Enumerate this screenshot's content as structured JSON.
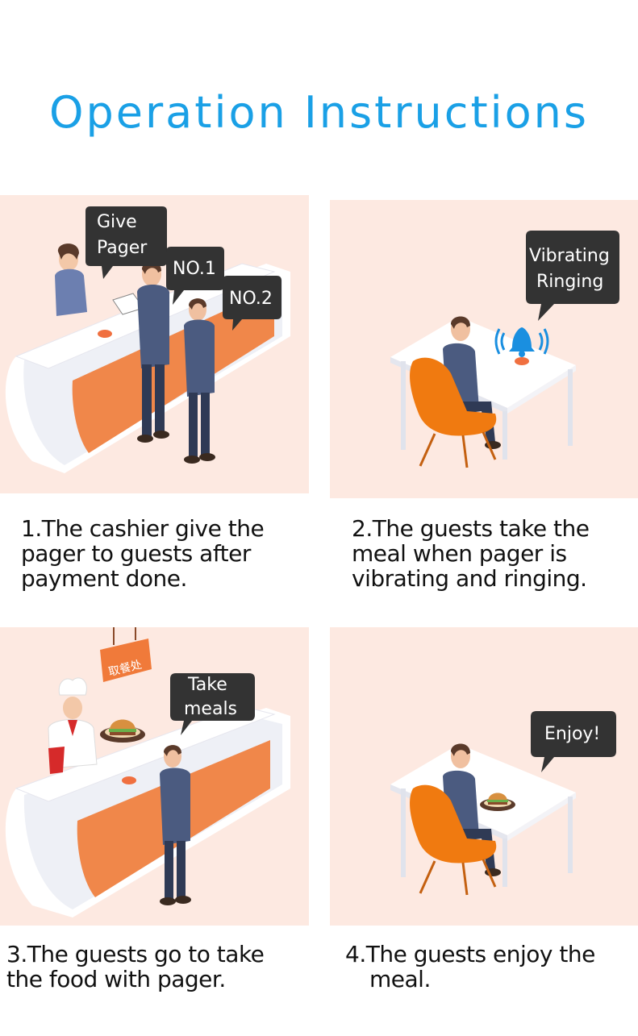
{
  "title": "Operation Instructions",
  "panels": [
    {
      "bubbles": [
        {
          "lines": [
            "Give",
            "Pager"
          ]
        },
        {
          "lines": [
            "NO.1"
          ]
        },
        {
          "lines": [
            "NO.2"
          ]
        }
      ],
      "caption": [
        "1.The cashier give the",
        "pager to guests after",
        "payment done."
      ]
    },
    {
      "bubbles": [
        {
          "lines": [
            "Vibrating",
            "Ringing"
          ]
        }
      ],
      "caption": [
        "2.The guests take the",
        "meal when pager is",
        "vibrating and ringing."
      ]
    },
    {
      "sign": "取餐处",
      "bubbles": [
        {
          "lines": [
            "Take",
            "meals"
          ]
        }
      ],
      "caption": [
        "3.The guests go to take",
        "the food with pager."
      ]
    },
    {
      "bubbles": [
        {
          "lines": [
            "Enjoy!"
          ]
        }
      ],
      "caption": [
        "4.The guests enjoy the",
        "meal."
      ]
    }
  ],
  "colors": {
    "title": "#1aa0e6",
    "panel_bg": "#fde9e1",
    "bubble": "#333333",
    "counter_orange": "#f0874a",
    "chair_orange": "#f07a10",
    "suit": "#4b5b80",
    "bell": "#1a8fe0"
  }
}
